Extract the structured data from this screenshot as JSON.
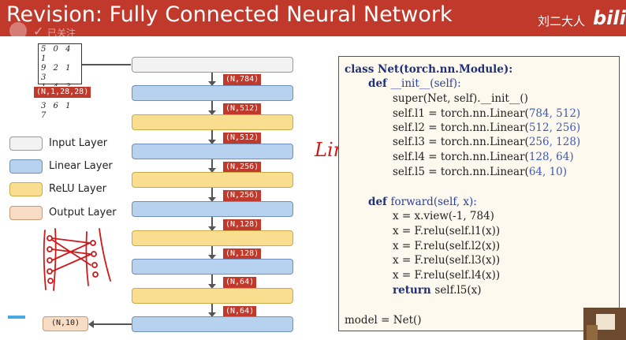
{
  "header": {
    "title": "Revision: Fully Connected Neural Network",
    "uploader": "刘二大人",
    "site_logo": "bilib",
    "follow_label": "已关注",
    "accent_color": "#c0392b"
  },
  "mnist_digits": [
    "5 0 4 1",
    "9 2 1 3",
    "1 4 3 5",
    "3 6 1 7"
  ],
  "tags": {
    "input": "(N,1,28,28)",
    "t1": "(N,784)",
    "t2": "(N,512)",
    "t3": "(N,512)",
    "t4": "(N,256)",
    "t5": "(N,256)",
    "t6": "(N,128)",
    "t7": "(N,128)",
    "t8": "(N,64)",
    "t9": "(N,64)",
    "output": "(N,10)"
  },
  "legend": [
    {
      "label": "Input Layer",
      "color": "#f2f2f2"
    },
    {
      "label": "Linear Layer",
      "color": "#b7d2ee"
    },
    {
      "label": "ReLU Layer",
      "color": "#f8de8e"
    },
    {
      "label": "Output Layer",
      "color": "#f8dcc3"
    }
  ],
  "code": {
    "l01": "class Net(torch.nn.Module):",
    "l02a": "def ",
    "l02b": "__init__(self):",
    "l03": "super(Net, self).__init__()",
    "l04a": "self.l1 = torch.nn.Linear(",
    "l04b": "784, 512)",
    "l05a": "self.l2 = torch.nn.Linear(",
    "l05b": "512, 256)",
    "l06a": "self.l3 = torch.nn.Linear(",
    "l06b": "256, 128)",
    "l07a": "self.l4 = torch.nn.Linear(",
    "l07b": "128, 64)",
    "l08a": "self.l5 = torch.nn.Linear(",
    "l08b": "64, 10)",
    "l09a": "def ",
    "l09b": "forward(self, x):",
    "l10": "x = x.view(-1, 784)",
    "l11": "x = F.relu(self.l1(x))",
    "l12": "x = F.relu(self.l2(x))",
    "l13": "x = F.relu(self.l3(x))",
    "l14": "x = F.relu(self.l4(x))",
    "l15a": "return ",
    "l15b": "self.l5(x)",
    "l16": "model = Net()"
  },
  "handwriting": {
    "linear_note": "Linear"
  }
}
